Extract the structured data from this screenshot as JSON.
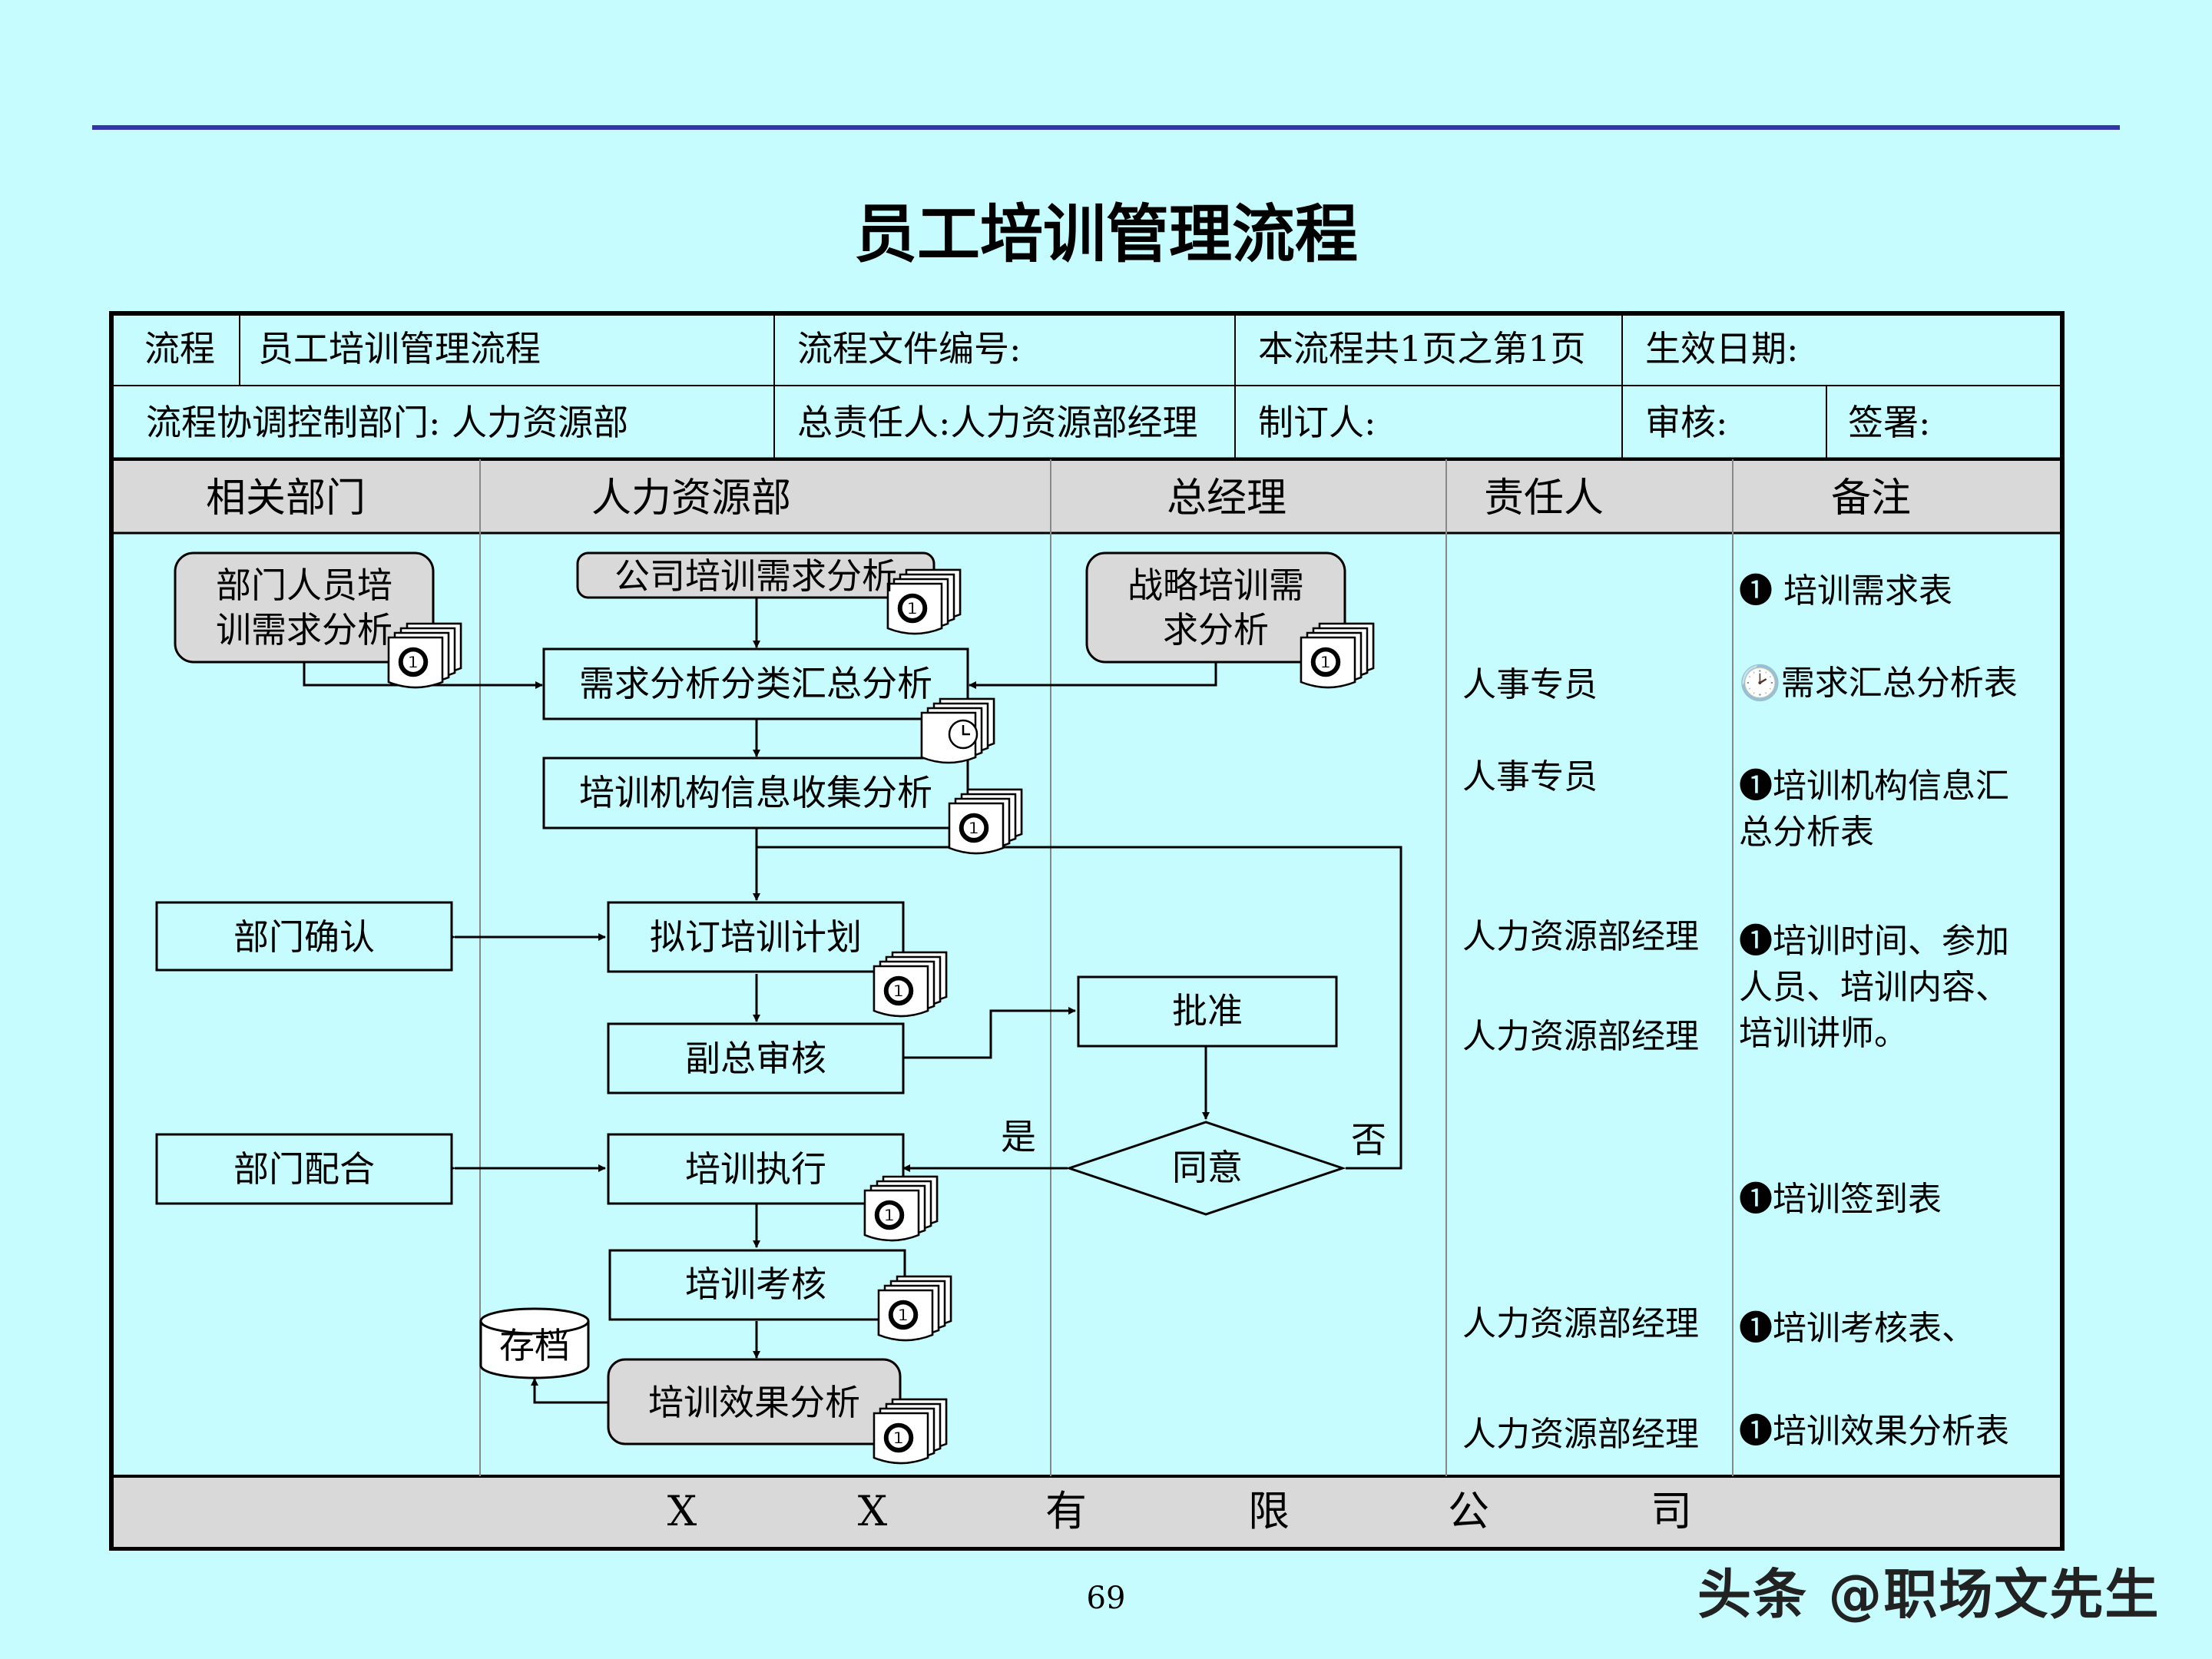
{
  "title": "员工培训管理流程",
  "header": {
    "row1": {
      "process_label": "流程",
      "process_name": "员工培训管理流程",
      "file_no": "流程文件编号:",
      "page_info": "本流程共1页之第1页",
      "effective_date": "生效日期:"
    },
    "row2": {
      "coord_dept": "流程协调控制部门: 人力资源部",
      "chief": "总责任人:人力资源部经理",
      "drafter": "制订人:",
      "reviewer": "审核:",
      "signer": "签署:"
    }
  },
  "columns": [
    "相关部门",
    "人力资源部",
    "总经理",
    "责任人",
    "备注"
  ],
  "nodes": {
    "dept_needs": [
      "部门人员培",
      "训需求分析"
    ],
    "company_needs": "公司培训需求分析",
    "strategic_needs": [
      "战略培训需",
      "求分析"
    ],
    "needs_summary": "需求分析分类汇总分析",
    "institution_info": "培训机构信息收集分析",
    "dept_confirm": "部门确认",
    "draft_plan": "拟订培训计划",
    "vp_review": "副总审核",
    "approve": "批准",
    "agree": "同意",
    "yes_label": "是",
    "no_label": "否",
    "dept_cooperate": "部门配合",
    "execute": "培训执行",
    "assessment": "培训考核",
    "archive": "存档",
    "effect_analysis": "培训效果分析",
    "doc_marker": "❶"
  },
  "responsible": [
    "人事专员",
    "人事专员",
    "人力资源部经理",
    "人力资源部经理",
    "人力资源部经理",
    "人力资源部经理"
  ],
  "notes": {
    "n1": "❶  培训需求表",
    "n2": "🕑需求汇总分析表",
    "n3": [
      "❶培训机构信息汇",
      "总分析表"
    ],
    "n4": [
      "❶培训时间、参加",
      "人员、培训内容、",
      "培训讲师。"
    ],
    "n5": "❶培训签到表",
    "n6": "❶培训考核表、",
    "n7": "❶培训效果分析表"
  },
  "footer": [
    "X",
    "X",
    "有",
    "限",
    "公",
    "司"
  ],
  "page_number": "69",
  "watermark": "头条 @职场文先生"
}
